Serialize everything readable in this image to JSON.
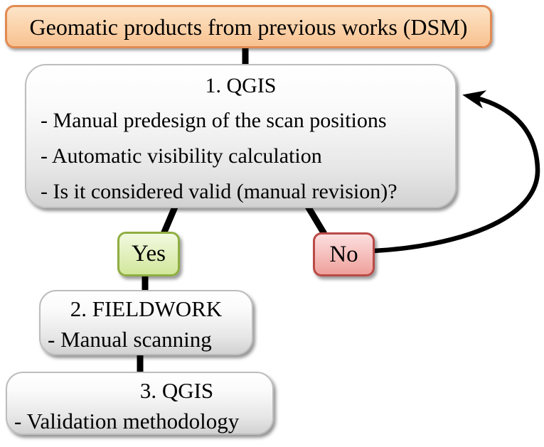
{
  "colors": {
    "start_border": "#e28a52",
    "start_fill_top": "#fce4c9",
    "start_fill_bottom": "#f8c190",
    "process_border": "#bdbdbd",
    "process_fill_top": "#ffffff",
    "process_fill_bottom": "#d2d2d2",
    "yes_border": "#8fae42",
    "yes_fill_top": "#f2f9e1",
    "yes_fill_bottom": "#d2e79b",
    "no_border": "#b94a48",
    "no_fill_top": "#fcdfdf",
    "no_fill_bottom": "#efa09b",
    "connector": "#000000",
    "text": "#000000"
  },
  "nodes": {
    "start": {
      "label": "Geomatic products from previous works (DSM)"
    },
    "step1": {
      "title": "1. QGIS",
      "bullets": [
        "- Manual predesign of the scan positions",
        "- Automatic visibility calculation",
        "- Is it considered valid (manual revision)?"
      ]
    },
    "yes": {
      "label": "Yes"
    },
    "no": {
      "label": "No"
    },
    "step2": {
      "title": "2. FIELDWORK",
      "bullets": [
        "- Manual scanning"
      ]
    },
    "step3": {
      "title": "3. QGIS",
      "bullets": [
        "- Validation methodology"
      ]
    }
  }
}
